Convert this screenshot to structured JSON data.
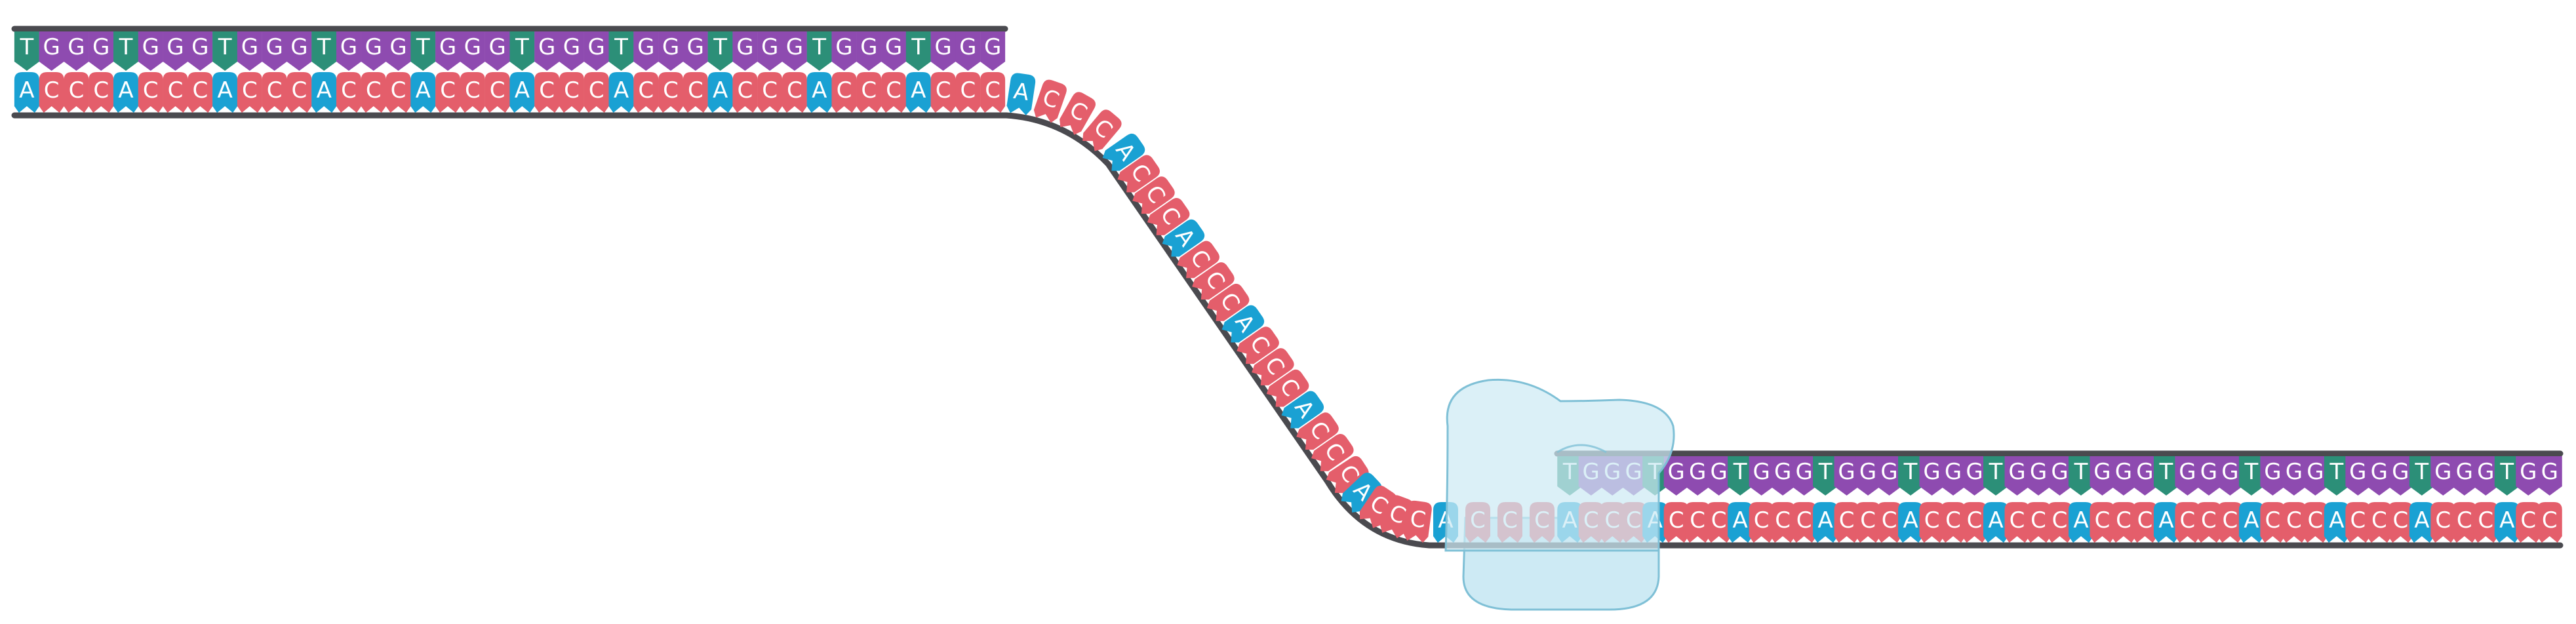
{
  "colors": {
    "background": "#ffffff",
    "backbone": "#4a4a4f",
    "T": "#2c8f78",
    "G": "#8e4bb0",
    "A": "#1aa1d3",
    "C": "#e45e6b",
    "enzyme_fill": "#cdeaf4",
    "enzyme_stroke": "#7fc0d6"
  },
  "left_duplex": {
    "top_strand": [
      "T",
      "G",
      "G",
      "G",
      "T",
      "G",
      "G",
      "G",
      "T",
      "G",
      "G",
      "G",
      "T",
      "G",
      "G",
      "G",
      "T",
      "G",
      "G",
      "G",
      "T",
      "G",
      "G",
      "G",
      "T",
      "G",
      "G",
      "G",
      "T",
      "G",
      "G",
      "G",
      "T",
      "G",
      "G",
      "G",
      "T",
      "G",
      "G",
      "G"
    ],
    "bottom_strand": [
      "A",
      "C",
      "C",
      "C",
      "A",
      "C",
      "C",
      "C",
      "A",
      "C",
      "C",
      "C",
      "A",
      "C",
      "C",
      "C",
      "A",
      "C",
      "C",
      "C",
      "A",
      "C",
      "C",
      "C",
      "A",
      "C",
      "C",
      "C",
      "A",
      "C",
      "C",
      "C",
      "A",
      "C",
      "C",
      "C",
      "A",
      "C",
      "C",
      "C"
    ]
  },
  "single_strand_overhang": [
    "A",
    "C",
    "C",
    "C",
    "A",
    "C",
    "C",
    "C",
    "A",
    "C",
    "C",
    "C",
    "A",
    "C",
    "C",
    "C",
    "A",
    "C",
    "C",
    "C",
    "A",
    "C",
    "C",
    "C"
  ],
  "enzyme_strand": [
    "A",
    "C",
    "C",
    "C"
  ],
  "right_duplex": {
    "top_strand": [
      "T",
      "G",
      "G",
      "G",
      "T",
      "G",
      "G",
      "G",
      "T",
      "G",
      "G",
      "G",
      "T",
      "G",
      "G",
      "G",
      "T",
      "G",
      "G",
      "G",
      "T",
      "G",
      "G",
      "G",
      "T",
      "G",
      "G",
      "G",
      "T",
      "G",
      "G",
      "G",
      "T",
      "G",
      "G",
      "G",
      "T",
      "G",
      "G",
      "G",
      "T",
      "G",
      "G",
      "G",
      "T",
      "G",
      "G"
    ],
    "bottom_strand": [
      "A",
      "C",
      "C",
      "C",
      "A",
      "C",
      "C",
      "C",
      "A",
      "C",
      "C",
      "C",
      "A",
      "C",
      "C",
      "C",
      "A",
      "C",
      "C",
      "C",
      "A",
      "C",
      "C",
      "C",
      "A",
      "C",
      "C",
      "C",
      "A",
      "C",
      "C",
      "C",
      "A",
      "C",
      "C",
      "C",
      "A",
      "C",
      "C",
      "C",
      "A",
      "C",
      "C",
      "C",
      "A",
      "C",
      "C"
    ]
  }
}
